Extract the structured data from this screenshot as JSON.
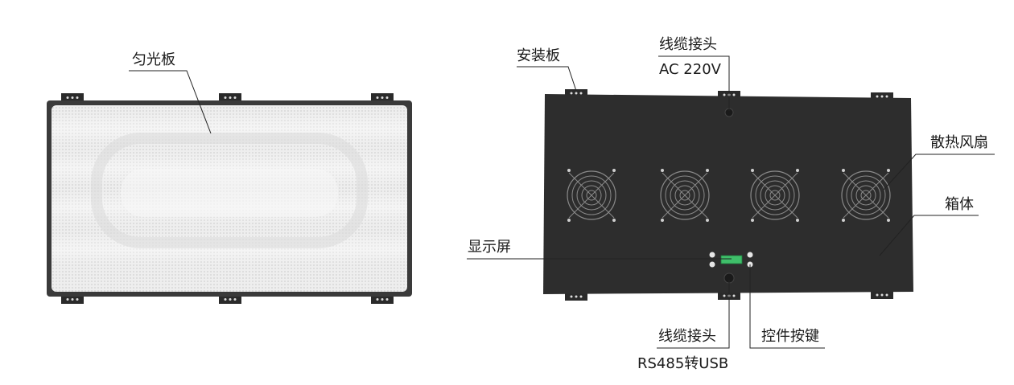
{
  "front_view": {
    "diffuser_label": "匀光板"
  },
  "back_view": {
    "mounting_plate_label": "安装板",
    "cable_connector_top_label": "线缆接头",
    "cable_connector_top_spec": "AC 220V",
    "fan_label": "散热风扇",
    "enclosure_label": "箱体",
    "display_label": "显示屏",
    "cable_connector_bottom_label": "线缆接头",
    "cable_connector_bottom_spec": "RS485转USB",
    "control_buttons_label": "控件按键",
    "fan_count": 4
  },
  "colors": {
    "enclosure": "#2d2d2d",
    "frame": "#3a3a3a",
    "diffuser": "#ececec",
    "display": "#3fbf6a",
    "leader_line": "#222222"
  }
}
